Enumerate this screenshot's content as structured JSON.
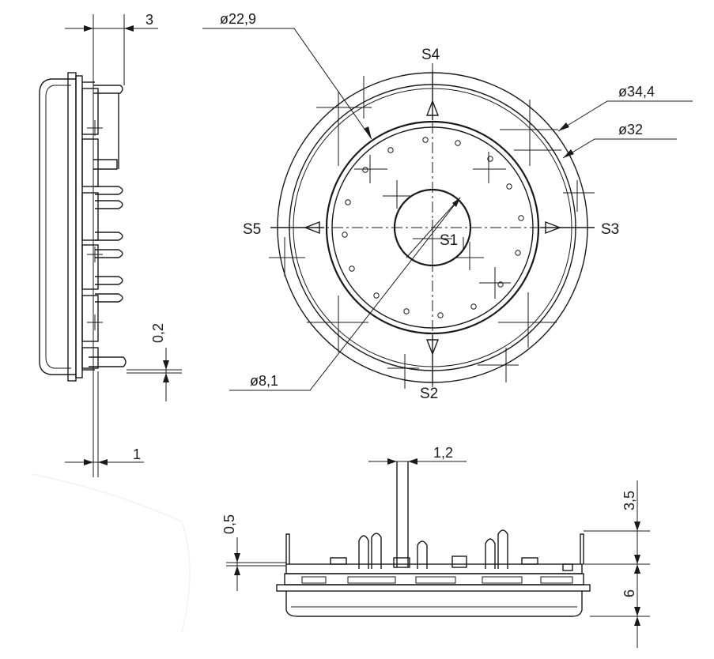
{
  "labels": {
    "s1": "S1",
    "s2": "S2",
    "s3": "S3",
    "s4": "S4",
    "s5": "S5"
  },
  "dimensions": {
    "top_width": "3",
    "bottom_width": "1",
    "gap_side": "0,2",
    "dia_outer": "ø34,4",
    "dia_rim": "ø32",
    "dia_ring": "ø22,9",
    "dia_center": "ø8,1",
    "pin_width": "1,2",
    "gap_bottom": "0,5",
    "pin_height": "3,5",
    "body_height": "6"
  }
}
